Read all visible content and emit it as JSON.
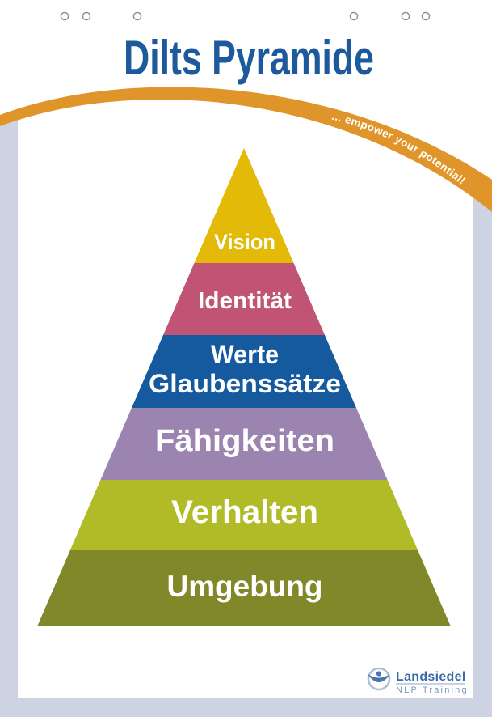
{
  "header": {
    "title": "Dilts Pyramide",
    "tagline": "... empower your potential!"
  },
  "colors": {
    "title": "#1d5a9b",
    "swoosh": "#e0952a",
    "frame": "#cdd3e3",
    "panel": "#ffffff",
    "hole_stroke": "#8c8c8c",
    "label_text": "#ffffff"
  },
  "pyramid": {
    "levels": [
      {
        "name": "vision",
        "label": "Vision",
        "color": "#e3ba08"
      },
      {
        "name": "identitaet",
        "label": "Identität",
        "color": "#c15375"
      },
      {
        "name": "werte-glaubenssaetze",
        "label_line1": "Werte",
        "label_line2": "Glaubenssätze",
        "color": "#15599e"
      },
      {
        "name": "faehigkeiten",
        "label": "Fähigkeiten",
        "color": "#9c84b1"
      },
      {
        "name": "verhalten",
        "label": "Verhalten",
        "color": "#b1bb28"
      },
      {
        "name": "umgebung",
        "label": "Umgebung",
        "color": "#81882a"
      }
    ]
  },
  "branding": {
    "company": "Landsiedel",
    "subtitle": "NLP Training",
    "name_color": "#3b6ba6",
    "subtitle_color": "#7e96bd",
    "rule_color": "#8fa6c6",
    "icon_ring": "#aec0d8",
    "icon_figure": "#4a74ab"
  }
}
